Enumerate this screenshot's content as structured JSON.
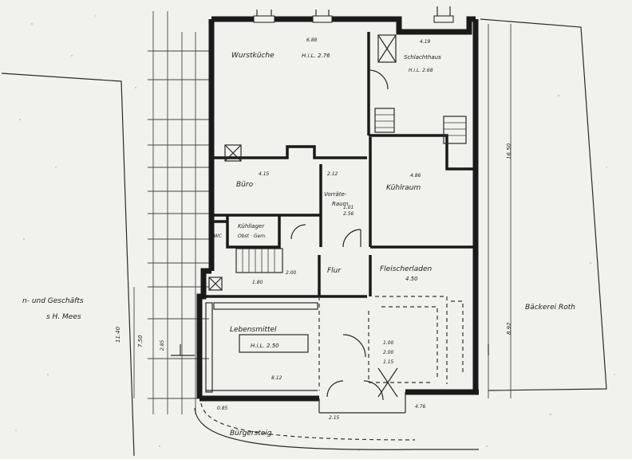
{
  "rooms": {
    "wurstkueche": "Wurstküche",
    "wurstkueche_height": "H.i.L. 2.76",
    "schlachthaus": "Schlachthaus",
    "schlachthaus_height": "H.i.L. 2.68",
    "buero": "Büro",
    "vorraete_line1": "Vorräte-",
    "vorraete_line2": "Raum",
    "kuehlraum": "Kühlraum",
    "kuehllager_line1": "Kühllager",
    "kuehllager_line2": "Obst · Gem.",
    "wc": "WC",
    "flur": "Flur",
    "fleischerladen": "Fleischerladen",
    "fleischerladen_dim": "4.50",
    "lebensmittel": "Lebensmittel",
    "lebensmittel_height": "H.i.L. 2.50",
    "lebensmittel_dim": "8.12",
    "baeckerei": "Bäckerei Roth",
    "neighbor_line1": "n- und Geschäfts",
    "neighbor_line2": "s  H. Mees",
    "buergersteig": "Bürgersteig"
  },
  "dimensions": {
    "wurstkueche_width": "6.88",
    "schlachthaus_width": "4.19",
    "buero_width": "4.15",
    "vorraete_width": "2.12",
    "kuehlraum_width": "4.86",
    "vorraete_h1": "1.01",
    "vorraete_h2": "2.56",
    "flur_depth": "2.00",
    "kuehllager_w": "1.80",
    "lm_small": "2.15",
    "front_a": "0.85",
    "front_b": "4.76",
    "right_depth": "16.50",
    "right_total": "8.92",
    "left_total": "11.40",
    "left_seg": "7.50",
    "left_sub": "2.85",
    "entry_1": "1.00",
    "entry_2": "2.00",
    "entry_3": "1.15"
  },
  "colors": {
    "paper": "#f1f1ee",
    "ink": "#1a1a1a"
  }
}
